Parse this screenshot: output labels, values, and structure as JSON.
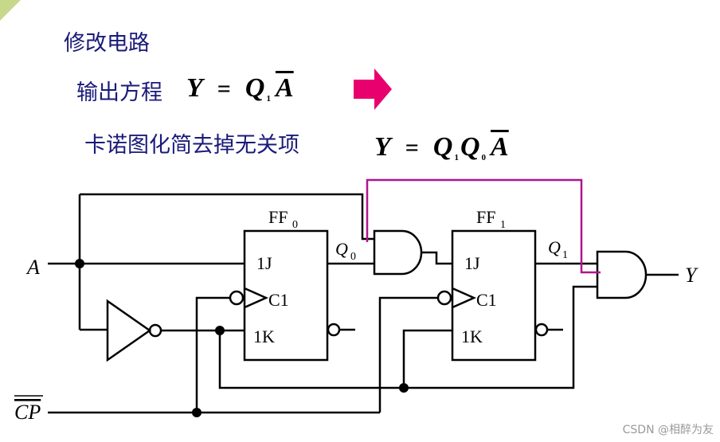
{
  "heading": "修改电路",
  "output_equation": {
    "label": "输出方程",
    "lhs": "Y",
    "equals": "=",
    "q": "Q",
    "q_sub": "1",
    "a_bar": "A"
  },
  "karnaugh_note": "卡诺图化简去掉无关项",
  "simplified_equation": {
    "lhs": "Y",
    "equals": "=",
    "q1": "Q",
    "q1_sub": "1",
    "q0": "Q",
    "q0_sub": "0",
    "a_bar": "A"
  },
  "circuit": {
    "input_a": "A",
    "input_cp": "CP",
    "output_y": "Y",
    "ff0": {
      "name": "FF",
      "sub": "0",
      "j": "1J",
      "c": "C1",
      "k": "1K",
      "q": "Q",
      "q_sub": "0"
    },
    "ff1": {
      "name": "FF",
      "sub": "1",
      "j": "1J",
      "c": "C1",
      "k": "1K",
      "q": "Q",
      "q_sub": "1"
    }
  },
  "colors": {
    "text_cn": "#1a1a7a",
    "arrow": "#e8006e",
    "highlight_wire": "#b0148c",
    "corner": "#c8d88a"
  },
  "watermark": "CSDN @相醉为友"
}
